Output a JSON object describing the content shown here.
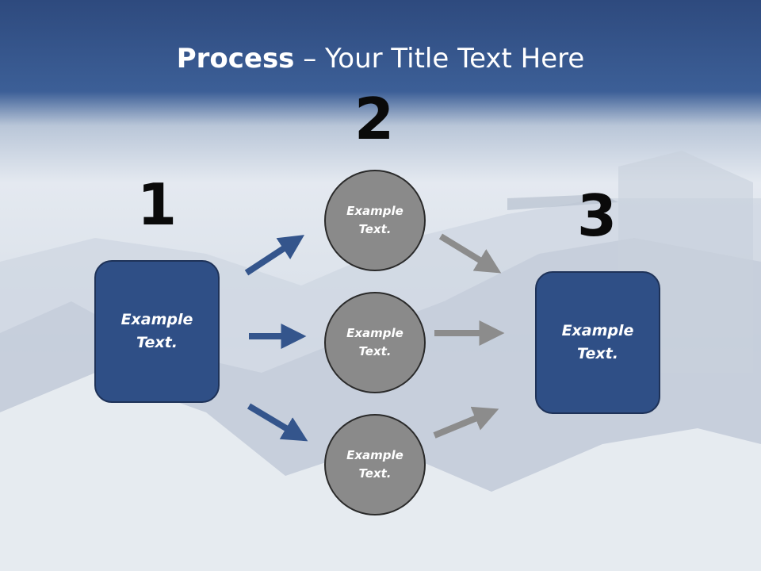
{
  "title": {
    "bold": "Process",
    "rest": " – Your Title Text Here"
  },
  "steps": {
    "n1": "1",
    "n2": "2",
    "n3": "3"
  },
  "left_box": {
    "line1": "Example",
    "line2": "Text."
  },
  "right_box": {
    "line1": "Example",
    "line2": "Text."
  },
  "circles": [
    {
      "line1": "Example",
      "line2": "Text."
    },
    {
      "line1": "Example",
      "line2": "Text."
    },
    {
      "line1": "Example",
      "line2": "Text."
    }
  ],
  "colors": {
    "box_fill": "#2f4f86",
    "circle_fill": "#8a8a8a",
    "blue_arrow": "#34558c",
    "gray_arrow": "#8c8c8c",
    "title_band": "#2e4f86"
  }
}
